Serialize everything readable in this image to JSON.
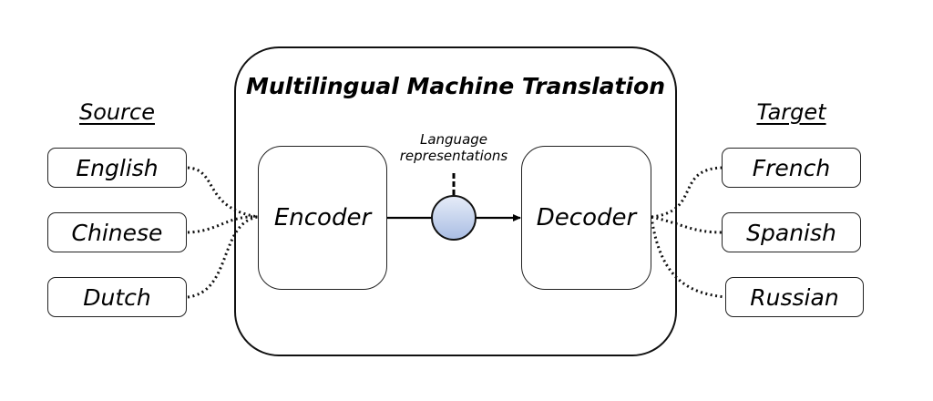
{
  "title": "Multilingual Machine Translation",
  "source": {
    "heading": "Source",
    "languages": [
      "English",
      "Chinese",
      "Dutch"
    ]
  },
  "target": {
    "heading": "Target",
    "languages": [
      "French",
      "Spanish",
      "Russian"
    ]
  },
  "encoder_label": "Encoder",
  "decoder_label": "Decoder",
  "representation_label_line1": "Language",
  "representation_label_line2": "representations",
  "colors": {
    "node_fill_top": "#e6ecf8",
    "node_fill_bottom": "#a9bde3",
    "stroke": "#000000"
  }
}
